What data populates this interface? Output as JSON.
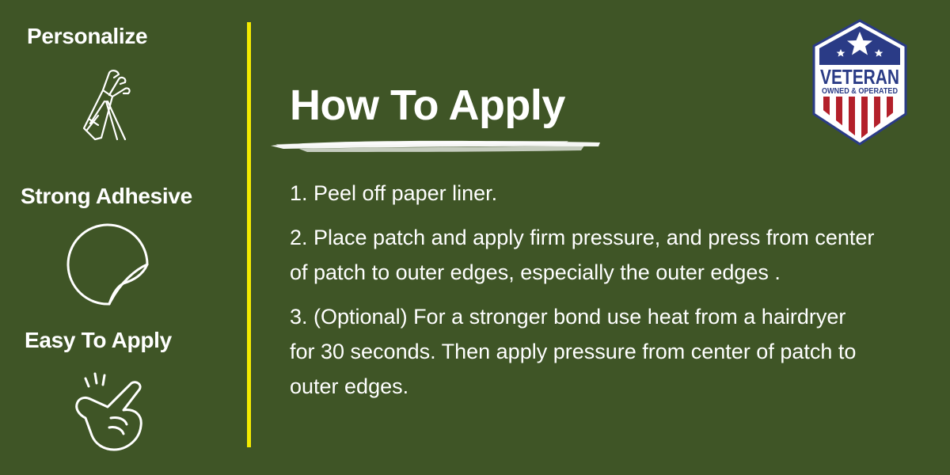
{
  "features": [
    {
      "label": "Personalize",
      "icon": "golf-bag-icon"
    },
    {
      "label": "Strong Adhesive",
      "icon": "peeling-sticker-icon"
    },
    {
      "label": "Easy To Apply",
      "icon": "snap-fingers-icon"
    }
  ],
  "main": {
    "title": "How To Apply",
    "steps": [
      "1. Peel off paper liner.",
      "2.  Place patch and apply firm pressure, and press from center of patch to outer edges, especially the outer edges .",
      "3.  (Optional) For a stronger bond use heat from a hairdryer for 30 seconds.  Then apply pressure from center of patch to outer edges."
    ]
  },
  "badge": {
    "line1": "VETERAN",
    "line2": "OWNED & OPERATED"
  },
  "colors": {
    "background": "#3f5526",
    "divider": "#f3ea00",
    "text": "#ffffff",
    "badge_blue": "#2a3b86",
    "badge_red": "#b3202a"
  }
}
